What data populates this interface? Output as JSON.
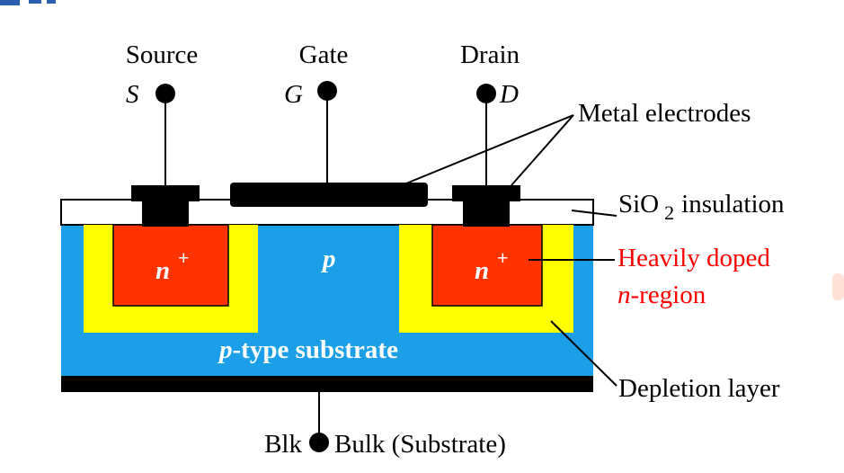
{
  "terminals": {
    "source": {
      "name": "Source",
      "symbol": "S"
    },
    "gate": {
      "name": "Gate",
      "symbol": "G"
    },
    "drain": {
      "name": "Drain",
      "symbol": "D"
    },
    "bulk": {
      "symbol": "Blk",
      "name": "Bulk (Substrate)"
    }
  },
  "regions": {
    "source_doping": {
      "letter": "n",
      "sup": "+"
    },
    "drain_doping": {
      "letter": "n",
      "sup": "+"
    },
    "channel": "p",
    "substrate": {
      "prefix": "p",
      "rest": "-type substrate"
    }
  },
  "callouts": {
    "metal": "Metal electrodes",
    "oxide": {
      "a": "SiO",
      "sub": "2",
      "b": "insulation"
    },
    "heavily_doped": {
      "line1": "Heavily doped",
      "line2_ital": "n",
      "line2_rest": "-region"
    },
    "depletion": "Depletion layer"
  },
  "colors": {
    "substrate": "#1a9fe8",
    "depletion": "#ffff00",
    "n_region": "#ff3300",
    "metal": "#000000",
    "oxide": "#ffffff",
    "accent_text": "#ff0000"
  }
}
